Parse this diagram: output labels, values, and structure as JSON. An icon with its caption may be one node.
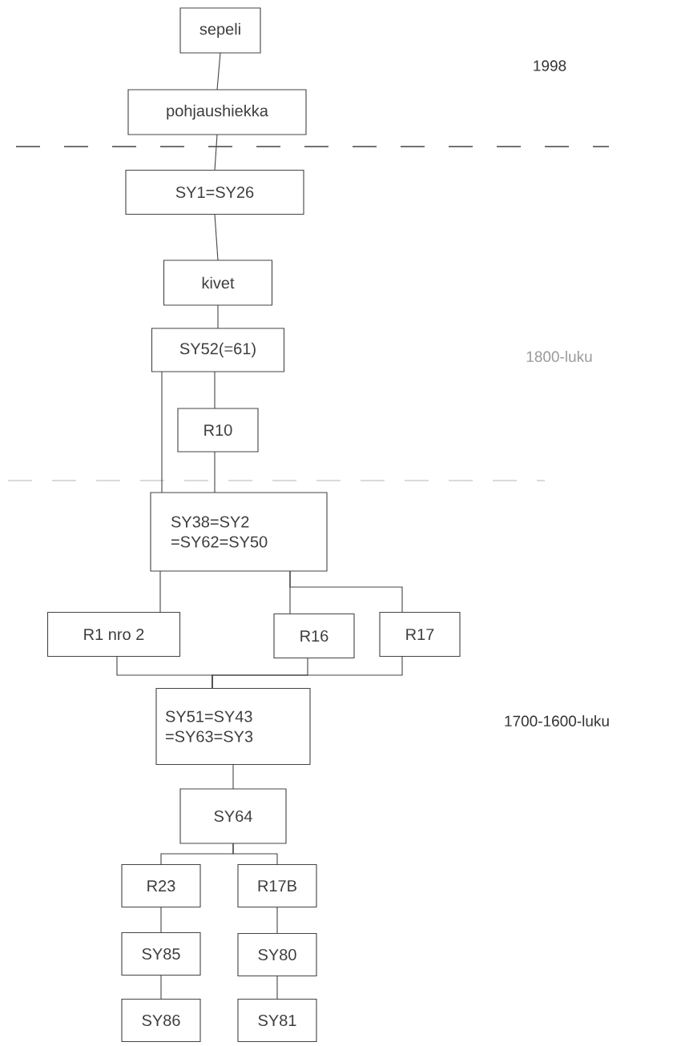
{
  "diagram": {
    "nodes": [
      {
        "text": [
          "sepeli"
        ]
      },
      {
        "text": [
          "pohjaushiekka"
        ]
      },
      {
        "text": [
          "SY1=SY26"
        ]
      },
      {
        "text": [
          "kivet"
        ]
      },
      {
        "text": [
          "SY52(=61)"
        ]
      },
      {
        "text": [
          "R10"
        ]
      },
      {
        "text": [
          "SY38=SY2 =SY62=SY50"
        ]
      },
      {
        "text": [
          "R1 nro 2"
        ]
      },
      {
        "text": [
          "R16"
        ]
      },
      {
        "text": [
          "R17"
        ]
      },
      {
        "text": [
          "SY51=SY43 =SY63=SY3"
        ]
      },
      {
        "text": [
          "SY64"
        ]
      },
      {
        "text": [
          "R23"
        ]
      },
      {
        "text": [
          "R17B"
        ]
      },
      {
        "text": [
          "SY85"
        ]
      },
      {
        "text": [
          "SY80"
        ]
      },
      {
        "text": [
          "SY86"
        ]
      },
      {
        "text": [
          "SY81"
        ]
      }
    ],
    "edges": [
      {
        "from": 0,
        "to": 1,
        "arrow": "none"
      },
      {
        "from": 1,
        "to": 2,
        "arrow": "none"
      },
      {
        "from": 2,
        "to": 3,
        "arrow": "none"
      },
      {
        "from": 3,
        "to": 4,
        "arrow": "none"
      },
      {
        "from": 4,
        "to": 5,
        "arrow": "none"
      },
      {
        "from": 4,
        "to": 6,
        "arrow": "none"
      },
      {
        "from": 5,
        "to": 6,
        "arrow": "none"
      },
      {
        "from": 6,
        "to": 7,
        "arrow": "none"
      },
      {
        "from": 6,
        "to": 8,
        "arrow": "none"
      },
      {
        "from": 6,
        "to": 9,
        "arrow": "none"
      },
      {
        "from": 7,
        "to": 10,
        "arrow": "none"
      },
      {
        "from": 8,
        "to": 10,
        "arrow": "none"
      },
      {
        "from": 9,
        "to": 10,
        "arrow": "none"
      },
      {
        "from": 10,
        "to": 11,
        "arrow": "none"
      },
      {
        "from": 11,
        "to": 12,
        "arrow": "none"
      },
      {
        "from": 11,
        "to": 13,
        "arrow": "none"
      },
      {
        "from": 12,
        "to": 14,
        "arrow": "none"
      },
      {
        "from": 14,
        "to": 16,
        "arrow": "none"
      },
      {
        "from": 13,
        "to": 15,
        "arrow": "none"
      },
      {
        "from": 15,
        "to": 17,
        "arrow": "none"
      }
    ],
    "labels": [
      "1998",
      "1800-luku",
      "1700-1600-luku"
    ]
  }
}
